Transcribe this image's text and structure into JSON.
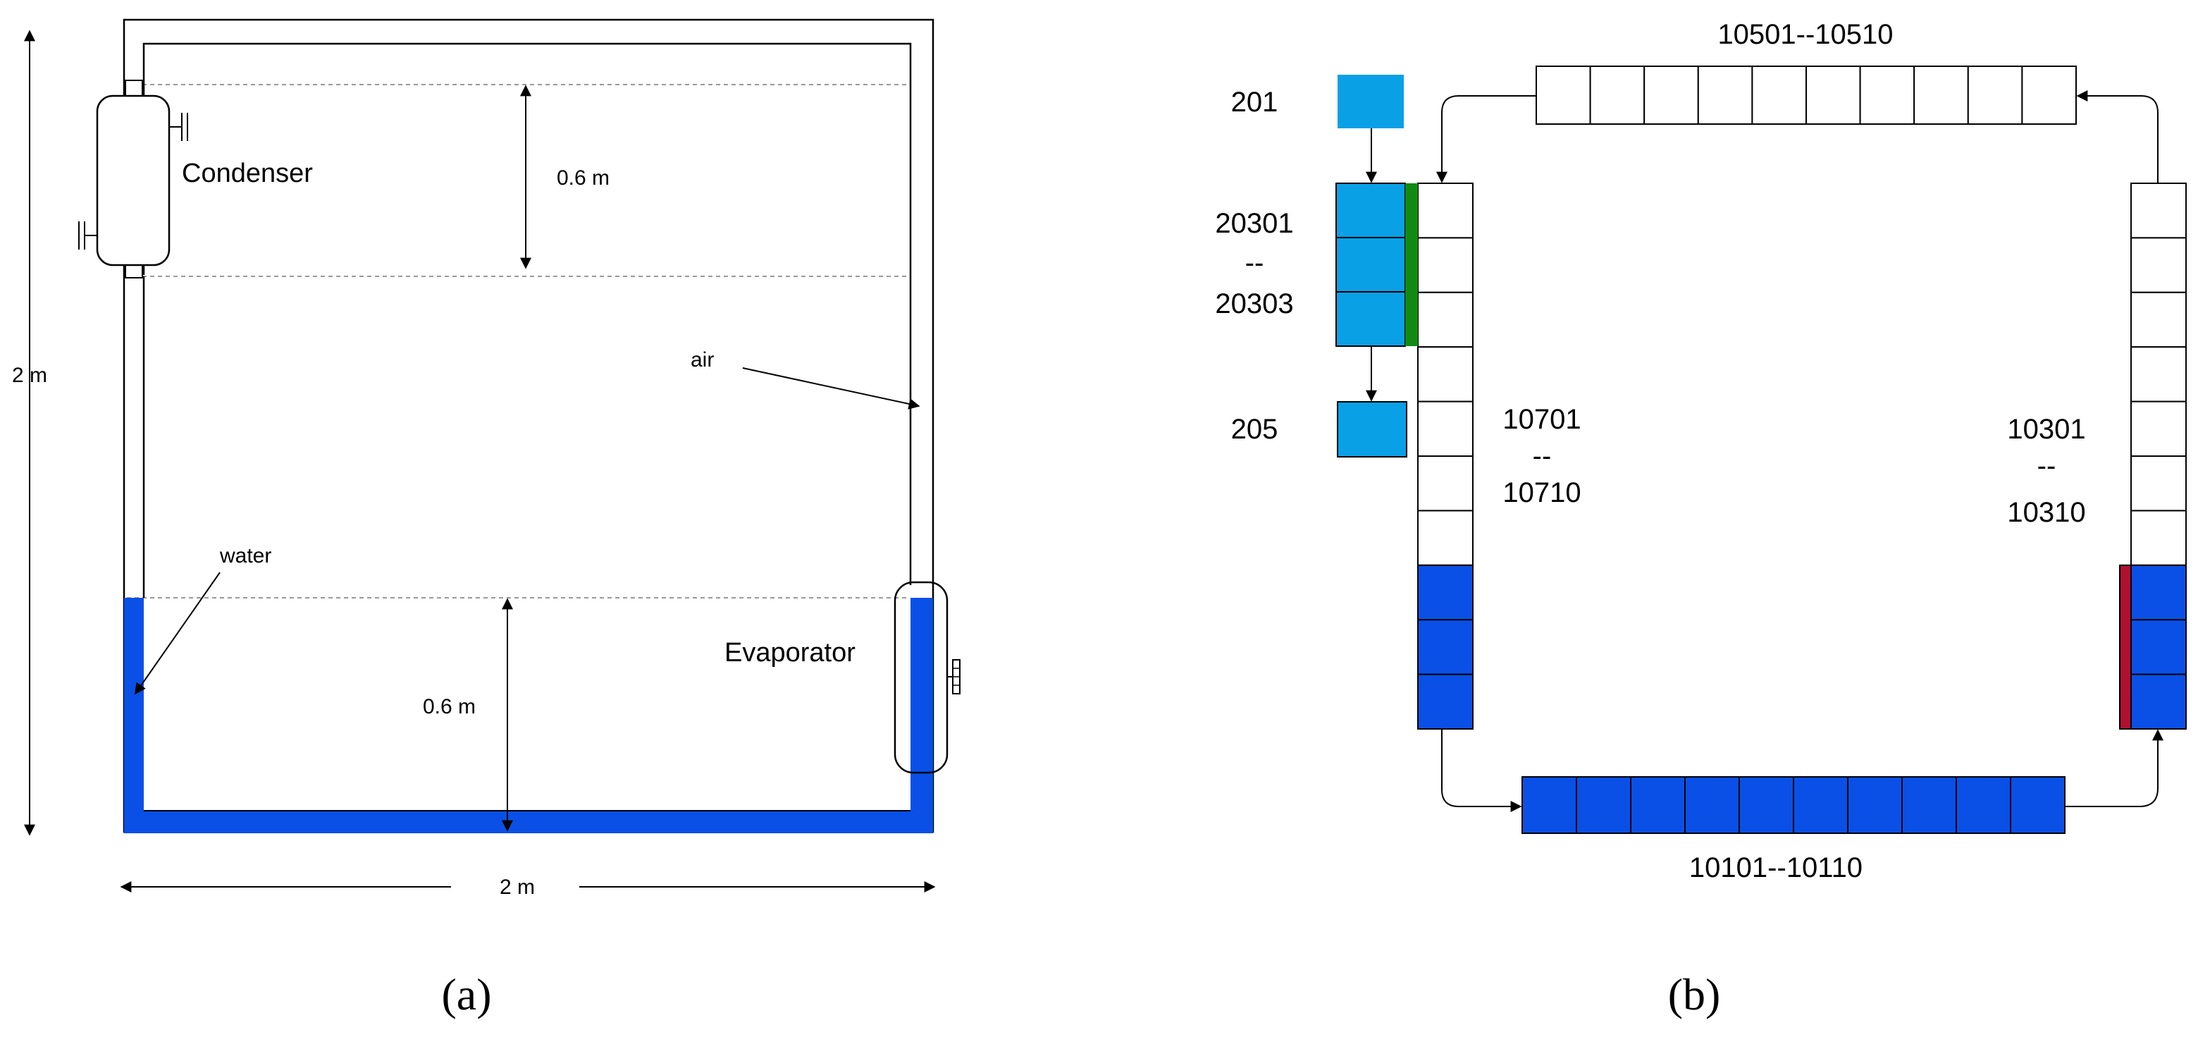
{
  "panel_a": {
    "caption": "(a)",
    "condenser_label": "Condenser",
    "evaporator_label": "Evaporator",
    "air_label": "air",
    "water_label": "water",
    "dim_height": "2 m",
    "dim_width": "2 m",
    "dim_top": "0.6 m",
    "dim_bottom": "0.6 m"
  },
  "panel_b": {
    "caption": "(b)",
    "top_range": "10501--10510",
    "bottom_range": "10101--10110",
    "left_start": "10701",
    "left_sep": "--",
    "left_end": "10710",
    "right_start": "10301",
    "right_sep": "--",
    "right_end": "10310",
    "box_201": "201",
    "range_203_start": "20301",
    "range_203_sep": "--",
    "range_203_end": "20303",
    "box_205": "205",
    "top_cells": 10,
    "bottom_cells": 10,
    "left_cells": 10,
    "right_cells": 10,
    "filled_left_cells": 3,
    "filled_right_cells": 3
  },
  "colors": {
    "water_blue": "#0a50e6",
    "light_blue": "#0aa0e6",
    "green": "#128a12",
    "red": "#b01030",
    "line": "#000000",
    "dash": "#999999"
  }
}
